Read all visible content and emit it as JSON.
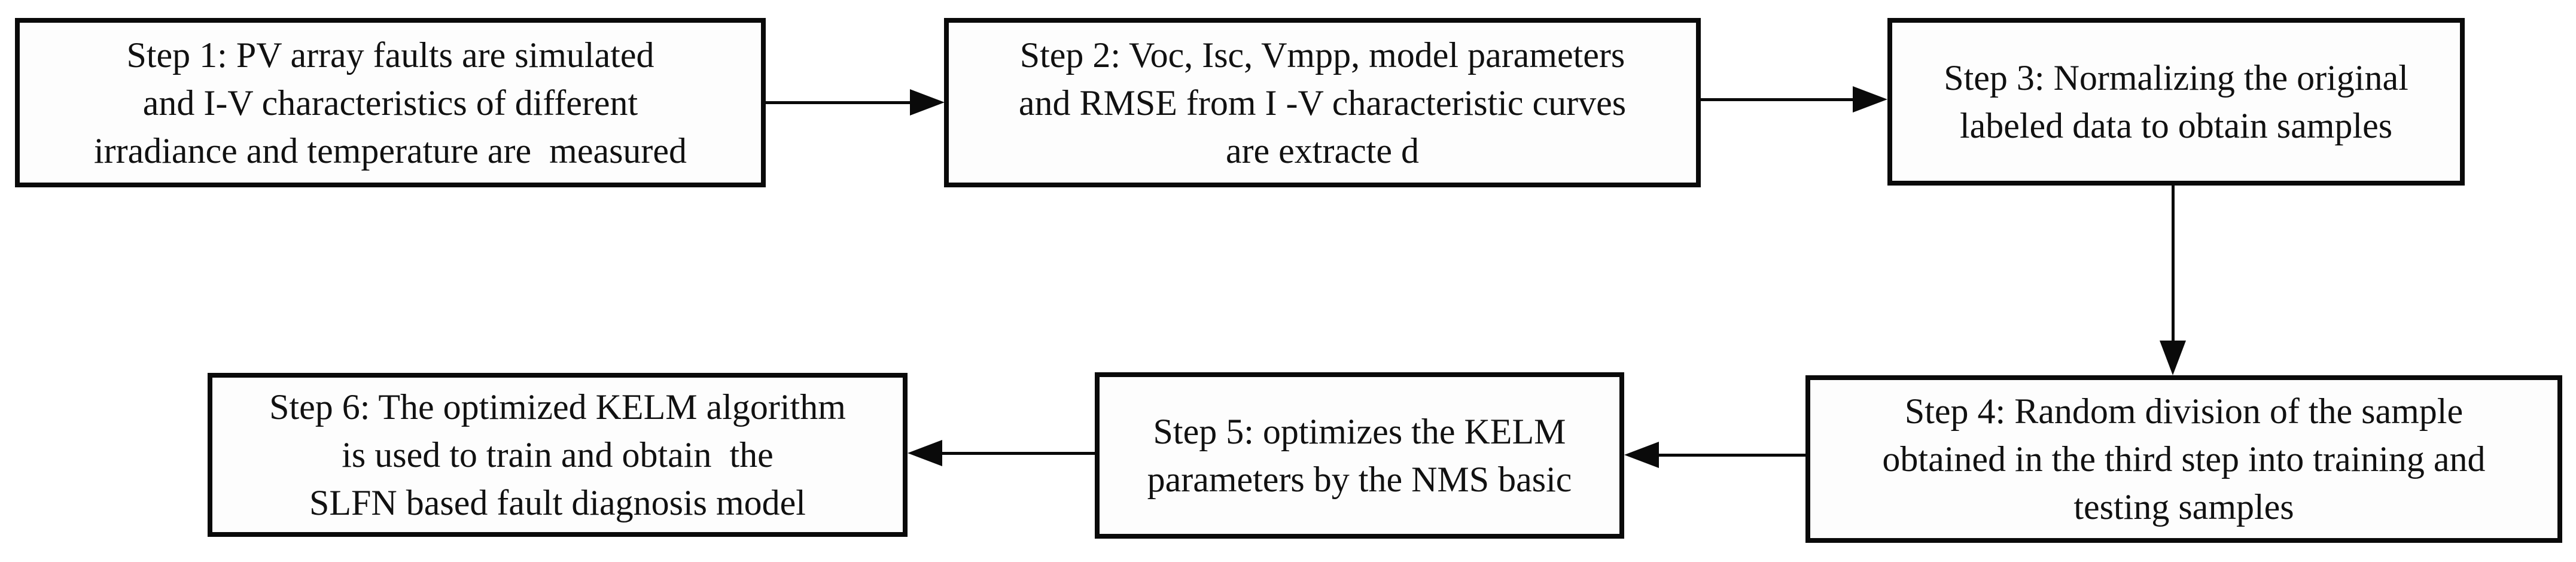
{
  "flowchart": {
    "background_color": "#ffffff",
    "box_border_color": "#0a0a0a",
    "text_color": "#111111",
    "arrow_color": "#0a0a0a",
    "steps": [
      {
        "id": "step-1",
        "text": "Step 1: PV array faults are simulated\nand I-V characteristics of different\nirradiance and temperature are  measured"
      },
      {
        "id": "step-2",
        "text": "Step 2: Voc, Isc, Vmpp, model parameters\nand RMSE from I -V characteristic curves\nare extracte d"
      },
      {
        "id": "step-3",
        "text": "Step 3: Normalizing the original\nlabeled data to obtain samples"
      },
      {
        "id": "step-4",
        "text": "Step 4: Random division of the sample\nobtained in the third step into training and\ntesting samples"
      },
      {
        "id": "step-5",
        "text": "Step 5: optimizes the KELM\nparameters by the NMS basic"
      },
      {
        "id": "step-6",
        "text": "Step 6: The optimized KELM algorithm\nis used to train and obtain  the\nSLFN based fault diagnosis model"
      }
    ],
    "connections": [
      {
        "from": "step-1",
        "to": "step-2",
        "direction": "right"
      },
      {
        "from": "step-2",
        "to": "step-3",
        "direction": "right"
      },
      {
        "from": "step-3",
        "to": "step-4",
        "direction": "down"
      },
      {
        "from": "step-4",
        "to": "step-5",
        "direction": "left"
      },
      {
        "from": "step-5",
        "to": "step-6",
        "direction": "left"
      }
    ]
  }
}
